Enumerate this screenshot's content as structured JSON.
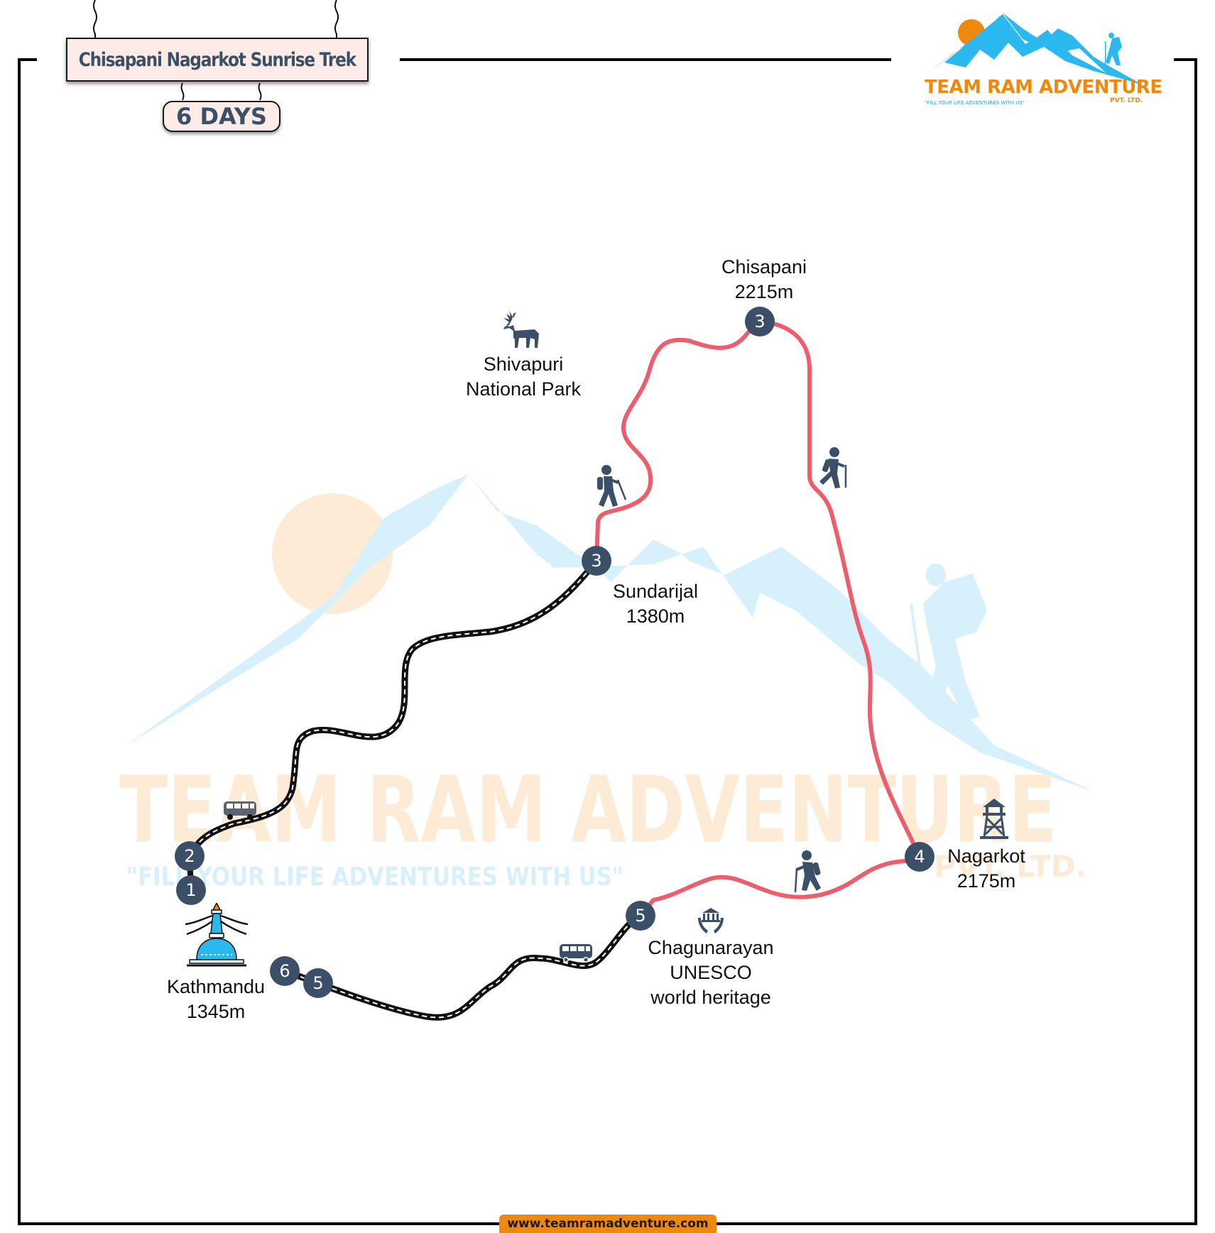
{
  "header": {
    "title": "Chisapani Nagarkot Sunrise Trek",
    "duration": "6 DAYS"
  },
  "logo": {
    "name": "TEAM RAM ADVENTURE",
    "tagline": "\"FILL YOUR LIFE ADVENTURES WITH US\"",
    "suffix": "PVT. LTD."
  },
  "watermark": {
    "name": "TEAM RAM ADVENTURE",
    "tagline": "\"FILL YOUR LIFE ADVENTURES WITH US\"",
    "suffix": "PVT. LTD."
  },
  "colors": {
    "trek_route": "#ee5d6c",
    "node_fill": "#3b5068",
    "icon_fill": "#3b5068",
    "title_bg": "#fcebe6",
    "brand_orange": "#f0880e",
    "brand_blue": "#2ab8ee",
    "watermark_blue": "#d6f1fc",
    "watermark_orange": "#fdebd6"
  },
  "places": [
    {
      "id": "kathmandu",
      "name": "Kathmandu",
      "altitude": "1345m",
      "icon": "stupa-icon"
    },
    {
      "id": "sundarijal",
      "name": "Sundarijal",
      "altitude": "1380m"
    },
    {
      "id": "shivapuri",
      "name": "Shivapuri",
      "name2": "National Park",
      "icon": "deer-icon"
    },
    {
      "id": "chisapani",
      "name": "Chisapani",
      "altitude": "2215m"
    },
    {
      "id": "nagarkot",
      "name": "Nagarkot",
      "altitude": "2175m",
      "icon": "watchtower-icon"
    },
    {
      "id": "chagunarayan",
      "name": "Chagunarayan",
      "name2": "UNESCO",
      "name3": "world heritage",
      "icon": "heritage-icon"
    }
  ],
  "nodes": [
    {
      "day": "1",
      "place": "Kathmandu"
    },
    {
      "day": "2",
      "place": "Kathmandu"
    },
    {
      "day": "3",
      "place": "Sundarijal"
    },
    {
      "day": "3",
      "place": "Chisapani"
    },
    {
      "day": "4",
      "place": "Nagarkot"
    },
    {
      "day": "5",
      "place": "Chagunarayan"
    },
    {
      "day": "5",
      "place": "Kathmandu"
    },
    {
      "day": "6",
      "place": "Kathmandu"
    }
  ],
  "legend_modes": {
    "drive": "bus-icon",
    "trek": "hiker-icon"
  },
  "footer": {
    "url": "www.teamramadventure.com"
  }
}
